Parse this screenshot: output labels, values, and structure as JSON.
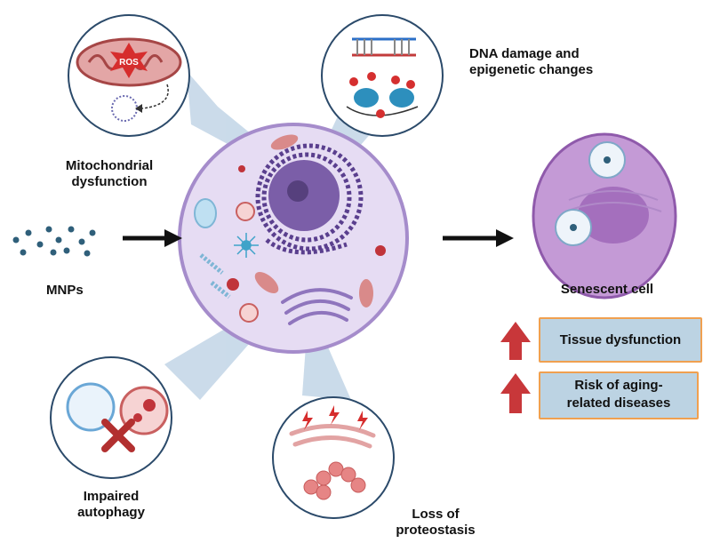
{
  "labels": {
    "mito": "Mitochondrial\ndysfunction",
    "dna_line1": "DNA damage and",
    "dna_line2": "epigenetic changes",
    "mnps": "MNPs",
    "autophagy_line1": "Impaired",
    "autophagy_line2": "autophagy",
    "proteo_line1": "Loss of",
    "proteo_line2": "proteostasis",
    "senescent": "Senescent cell",
    "ros": "ROS"
  },
  "outcomes": [
    {
      "line1": "Tissue dysfunction",
      "line2": ""
    },
    {
      "line1": "Risk of aging-",
      "line2": "related diseases"
    }
  ],
  "colors": {
    "cell_fill": "#e6dcf3",
    "cell_border": "#a58ccb",
    "nucleus": "#7b5ea8",
    "senescent_fill": "#c49ad6",
    "senescent_nucleus": "#a46fbd",
    "outcome_box": "#bcd3e3",
    "outcome_border": "#f0a050",
    "up_arrow": "#c8373a",
    "callout_beam": "#b9cfe3",
    "mnp_dots": "#2f5f7a"
  },
  "icons": [
    "ros-mitochondrion-icon",
    "dna-histone-icon",
    "particle-dots-icon",
    "blocked-autophagy-icon",
    "misfolded-protein-icon",
    "up-arrow-icon"
  ]
}
